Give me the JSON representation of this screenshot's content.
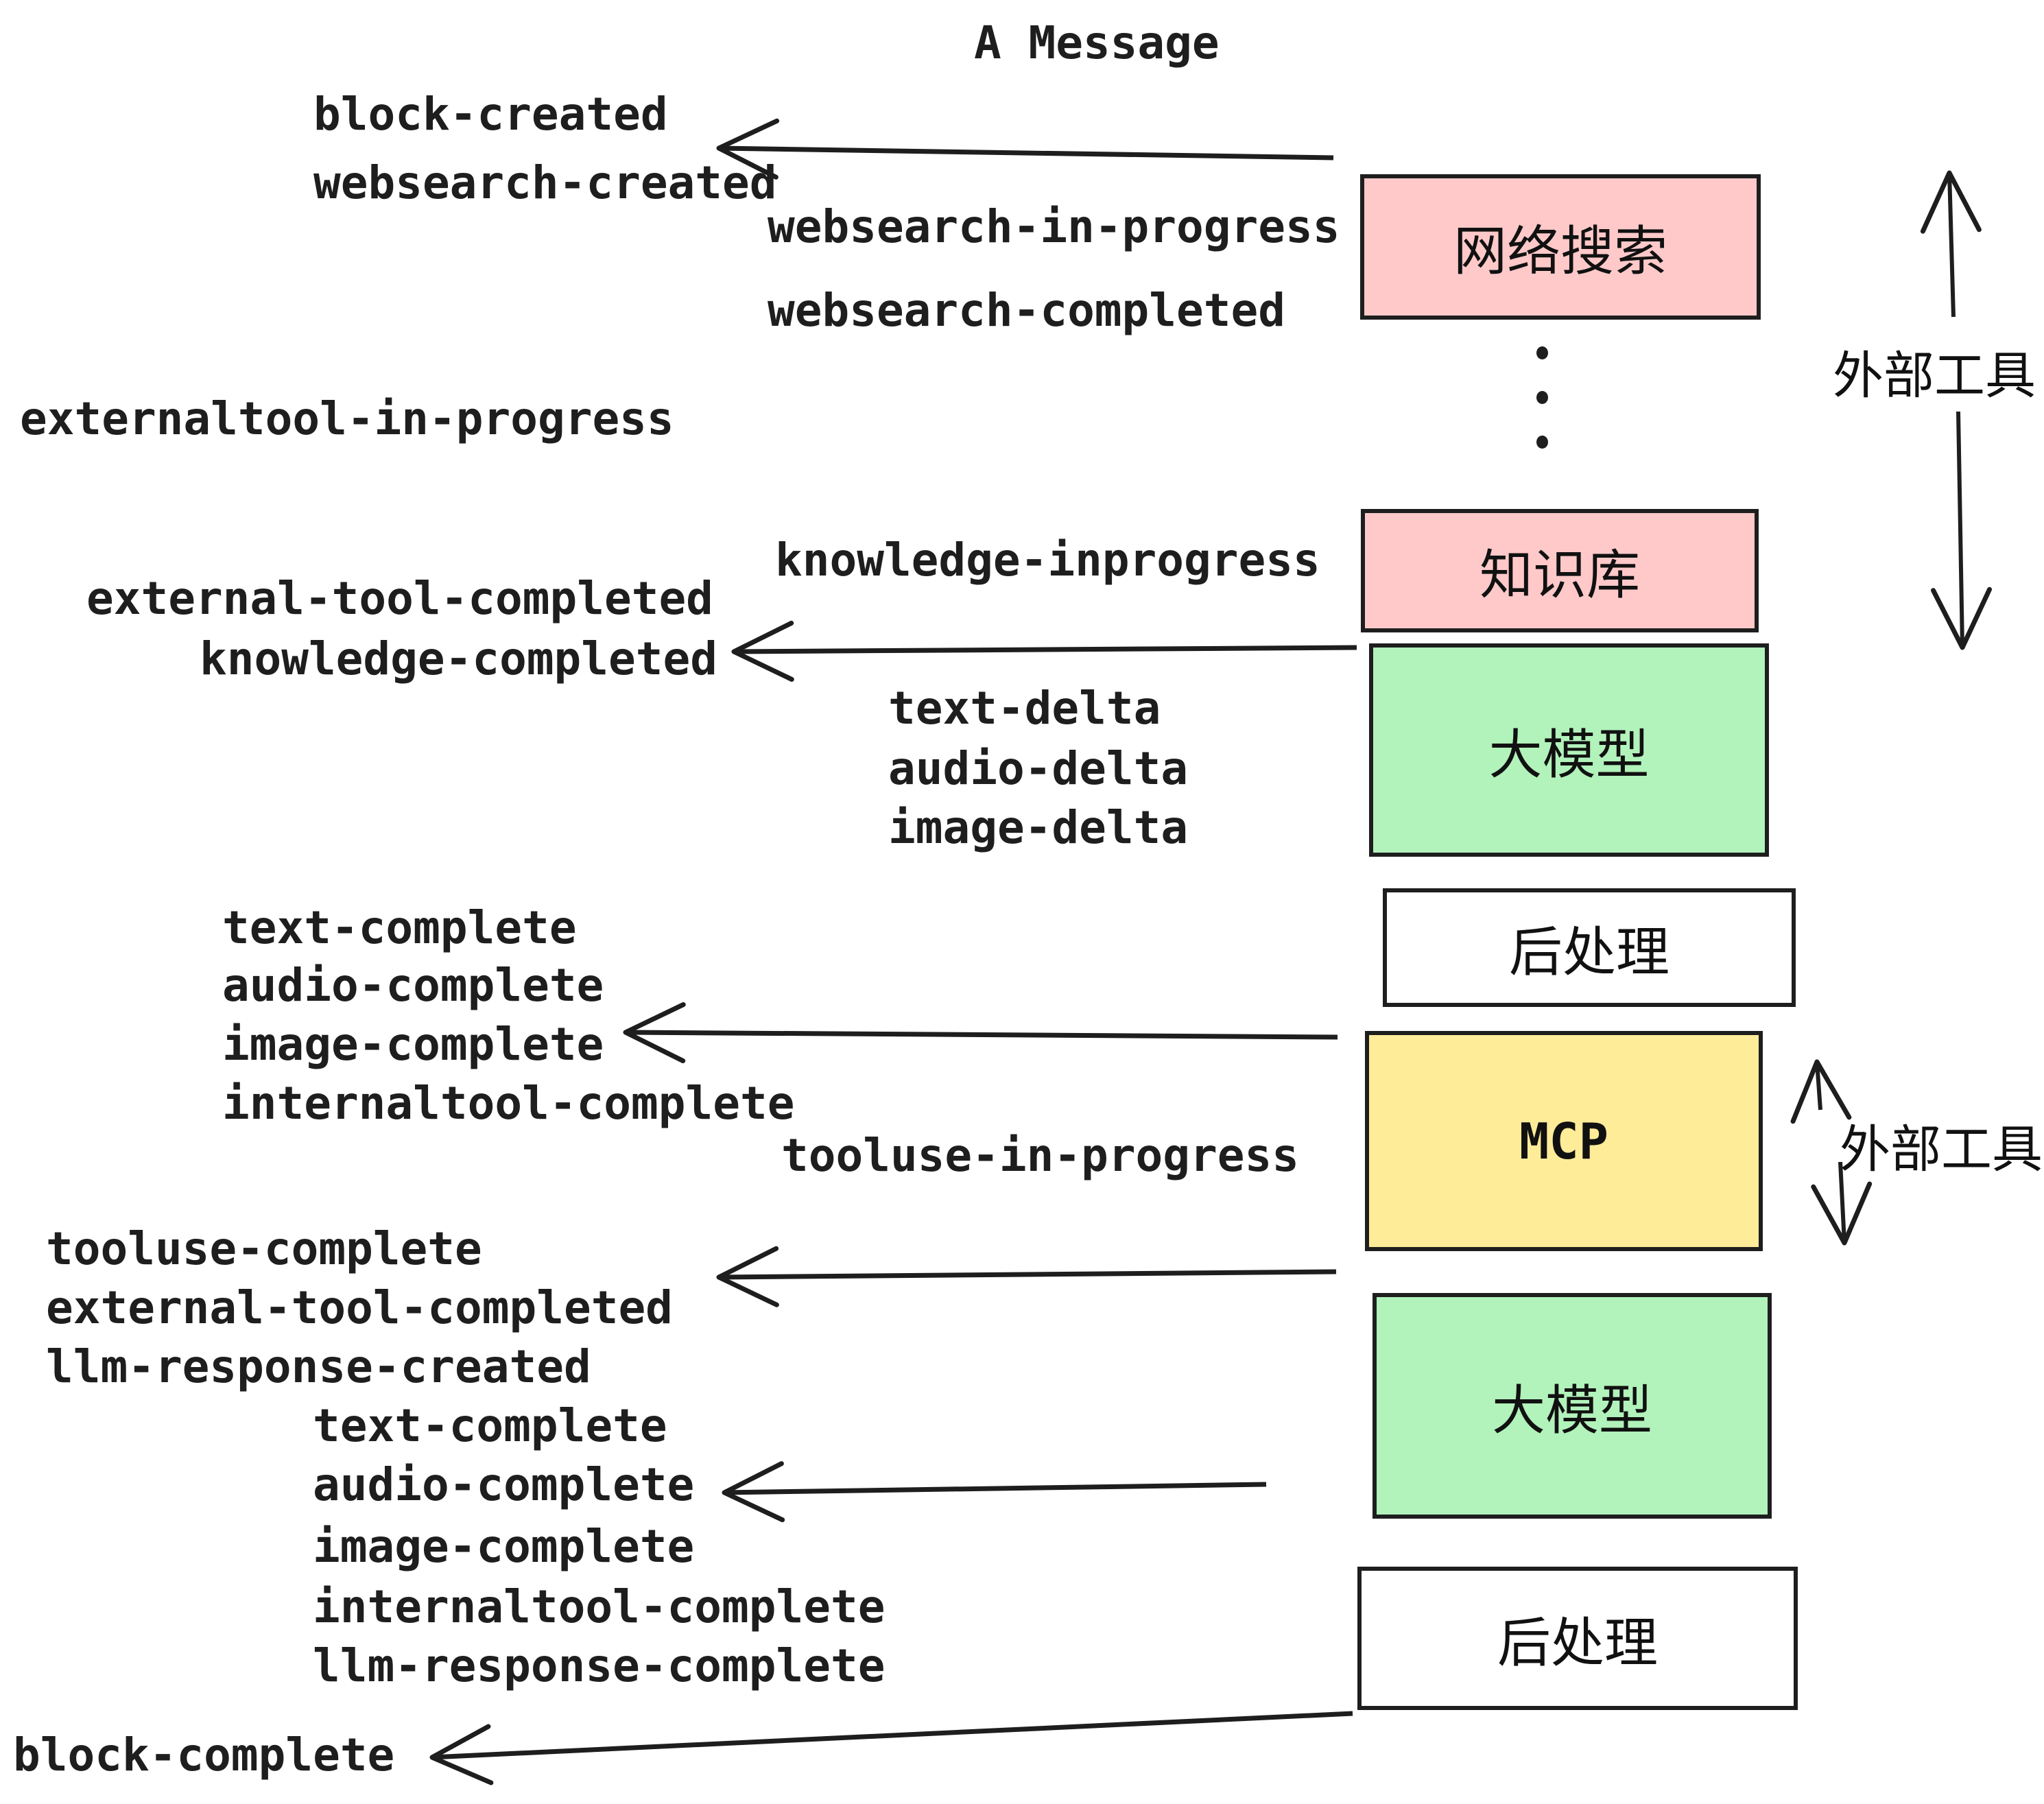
{
  "title": "A Message",
  "colors": {
    "box_pink": "#ffc9c9",
    "box_green": "#b2f2bb",
    "box_yellow": "#ffec99",
    "box_white": "#ffffff",
    "stroke": "#1e1e1e"
  },
  "boxes": {
    "websearch": "网络搜索",
    "knowledge": "知识库",
    "llm1": "大模型",
    "post1": "后处理",
    "mcp": "MCP",
    "llm2": "大模型",
    "post2": "后处理"
  },
  "side_labels": {
    "external_tools_top": "外部工具",
    "external_tools_mcp": "外部工具"
  },
  "events": {
    "e01": "block-created",
    "e02": "websearch-created",
    "e03": "websearch-in-progress",
    "e04": "websearch-completed",
    "e05": "externaltool-in-progress",
    "e06": "knowledge-inprogress",
    "e07": "external-tool-completed",
    "e08": "knowledge-completed",
    "e09": "text-delta",
    "e10": "audio-delta",
    "e11": "image-delta",
    "e12": "text-complete",
    "e13": "audio-complete",
    "e14": "image-complete",
    "e15": "internaltool-complete",
    "e16": "tooluse-in-progress",
    "e17": "tooluse-complete",
    "e18": "external-tool-completed",
    "e19": "llm-response-created",
    "e20": "text-complete",
    "e21": "audio-complete",
    "e22": "image-complete",
    "e23": "internaltool-complete",
    "e24": "llm-response-complete",
    "e25": "block-complete"
  }
}
